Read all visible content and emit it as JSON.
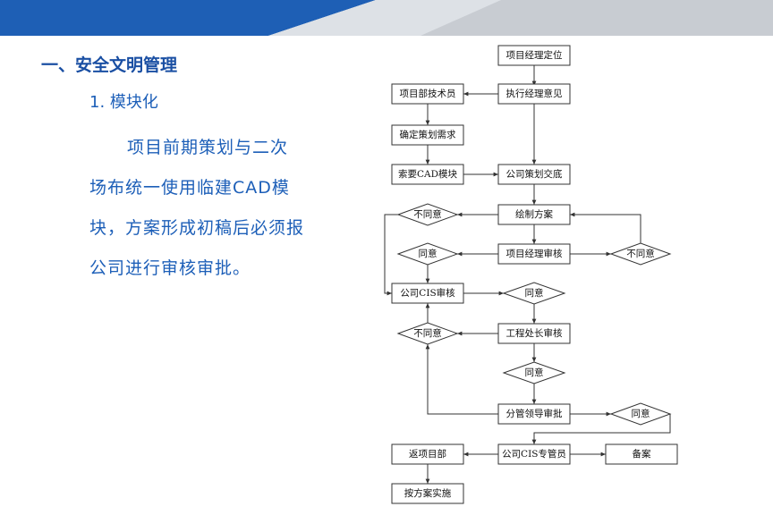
{
  "slide": {
    "title": "一、安全文明管理",
    "subtitle": "1.  模块化",
    "body": "项目前期策划与二次场布统一使用临建CAD模块，方案形成初稿后必须报公司进行审核审批。"
  },
  "colors": {
    "banner_blue": "#1e5fb5",
    "banner_gray": "#c8ccd2",
    "text_blue": "#1d5fb8"
  },
  "flowchart": {
    "nodes": {
      "n1": "项目经理定位",
      "n2": "执行经理意见",
      "n3": "项目部技术员",
      "n4": "确定策划需求",
      "n5": "索要CAD模块",
      "n6": "公司策划交底",
      "n7": "绘制方案",
      "n8": "不同意",
      "n9": "项目经理审核",
      "n10": "同意",
      "n11": "不同意",
      "n12": "公司CIS审核",
      "n13": "同意",
      "n14": "工程处长审核",
      "n15": "不同意",
      "n16": "同意",
      "n17": "分管领导审批",
      "n18": "同意",
      "n19": "返项目部",
      "n20": "公司CIS专管员",
      "n21": "备案",
      "n22": "按方案实施"
    }
  }
}
